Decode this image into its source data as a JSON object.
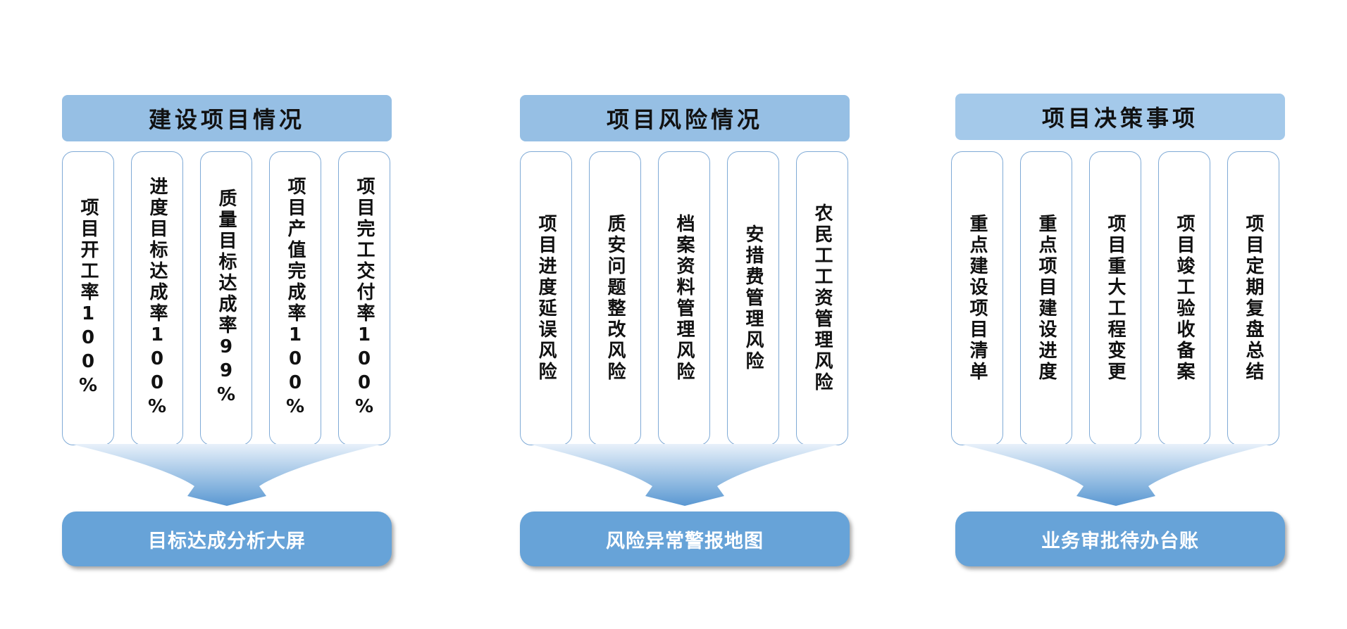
{
  "colors": {
    "header_1": "#96bfe4",
    "header_2": "#96bfe4",
    "header_3": "#a4c9ea",
    "result_bg": "#67a3d8",
    "column_border": "#7faad6",
    "funnel_top": "#e6f0fa",
    "funnel_bottom": "#5a98d2"
  },
  "groups": [
    {
      "title": "建设项目情况",
      "items": [
        "项目开工率100%",
        "进度目标达成率100%",
        "质量目标达成率99%",
        "项目产值完成率100%",
        "项目完工交付率100%"
      ],
      "result": "目标达成分析大屏"
    },
    {
      "title": "项目风险情况",
      "items": [
        "项目进度延误风险",
        "质安问题整改风险",
        "档案资料管理风险",
        "安措费管理风险",
        "农民工工资管理风险"
      ],
      "result": "风险异常警报地图"
    },
    {
      "title": "项目决策事项",
      "items": [
        "重点建设项目清单",
        "重点项目建设进度",
        "项目重大工程变更",
        "项目竣工验收备案",
        "项目定期复盘总结"
      ],
      "result": "业务审批待办台账"
    }
  ]
}
